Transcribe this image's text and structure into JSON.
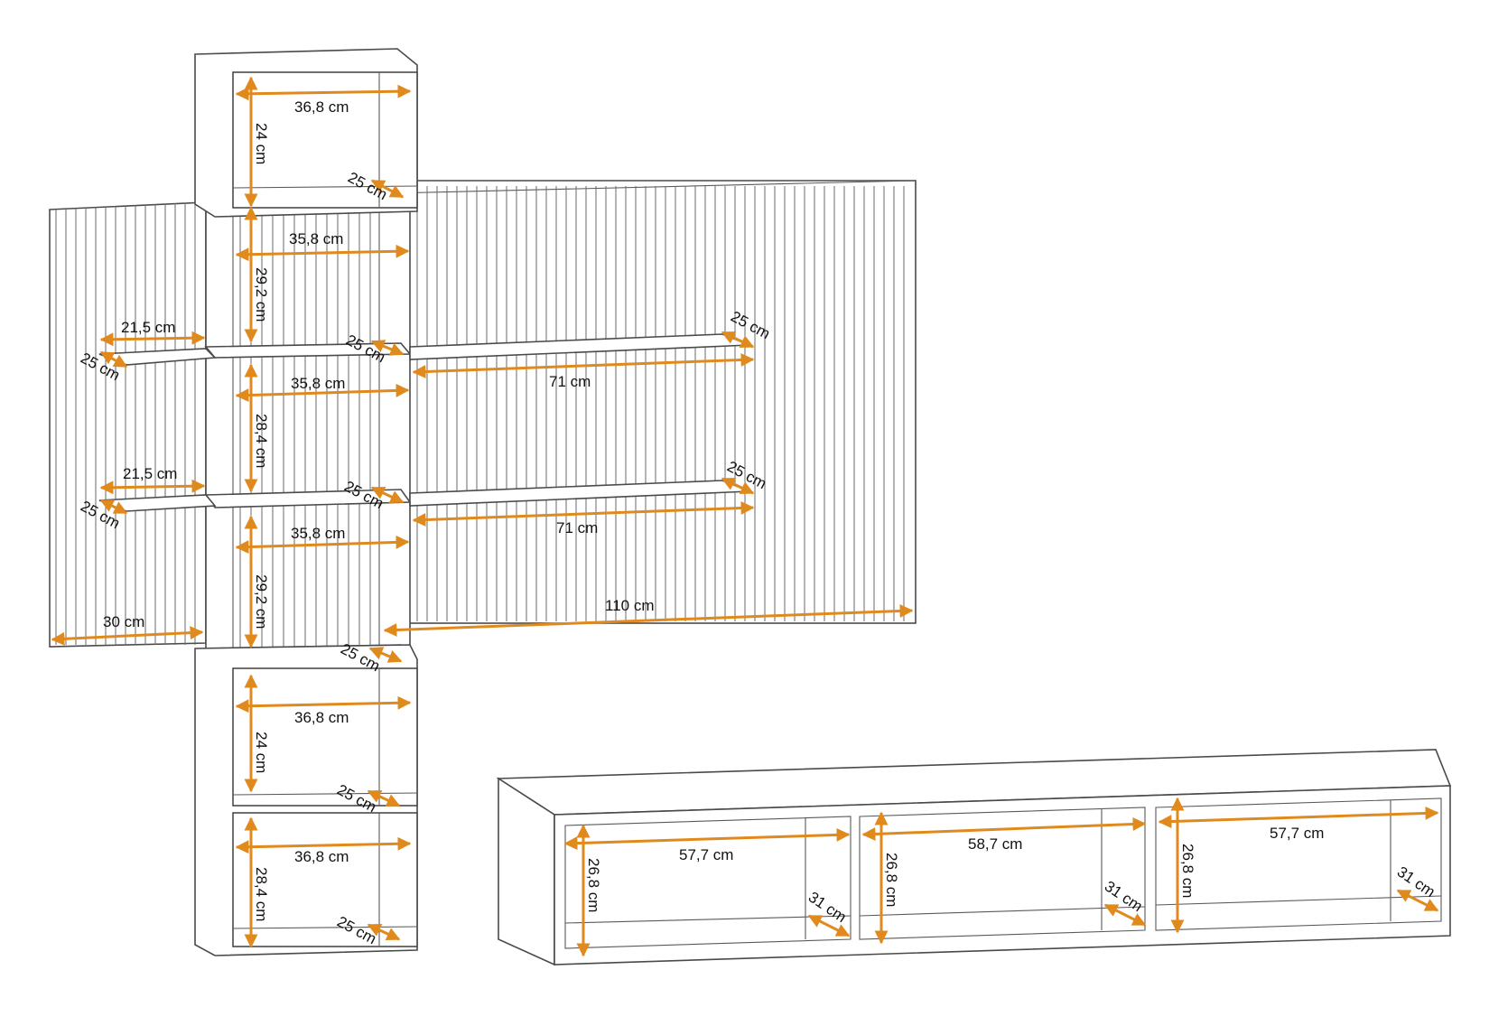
{
  "colors": {
    "dimension_line": "#e08a1e",
    "outline": "#4a4a4a",
    "background": "#ffffff"
  },
  "dimensions": {
    "top_box": {
      "width": "36,8 cm",
      "height": "24 cm",
      "depth": "25 cm"
    },
    "column_upper": {
      "width": "35,8 cm",
      "height": "29,2 cm",
      "depth": "25 cm"
    },
    "column_middle": {
      "width": "35,8 cm",
      "height": "28,4 cm",
      "depth": "25 cm"
    },
    "column_lower": {
      "width": "35,8 cm",
      "height": "29,2 cm",
      "depth": "25 cm"
    },
    "box_below_1": {
      "width": "36,8 cm",
      "height": "24 cm",
      "depth": "25 cm"
    },
    "box_below_2": {
      "width": "36,8 cm",
      "height": "28,4 cm",
      "depth": "25 cm"
    },
    "left_shelf_upper": {
      "width": "21,5 cm",
      "depth": "25 cm"
    },
    "left_shelf_lower": {
      "width": "21,5 cm",
      "depth": "25 cm"
    },
    "left_panel": {
      "width": "30 cm"
    },
    "right_shelf_upper": {
      "width": "71 cm",
      "depth": "25 cm"
    },
    "right_shelf_lower": {
      "width": "71 cm",
      "depth": "25 cm"
    },
    "right_panel": {
      "width": "110 cm"
    },
    "tv_left": {
      "width": "57,7 cm",
      "height": "26,8 cm",
      "depth": "31 cm"
    },
    "tv_middle": {
      "width": "58,7 cm",
      "height": "26,8 cm",
      "depth": "31 cm"
    },
    "tv_right": {
      "width": "57,7 cm",
      "height": "26,8 cm",
      "depth": "31 cm"
    }
  }
}
